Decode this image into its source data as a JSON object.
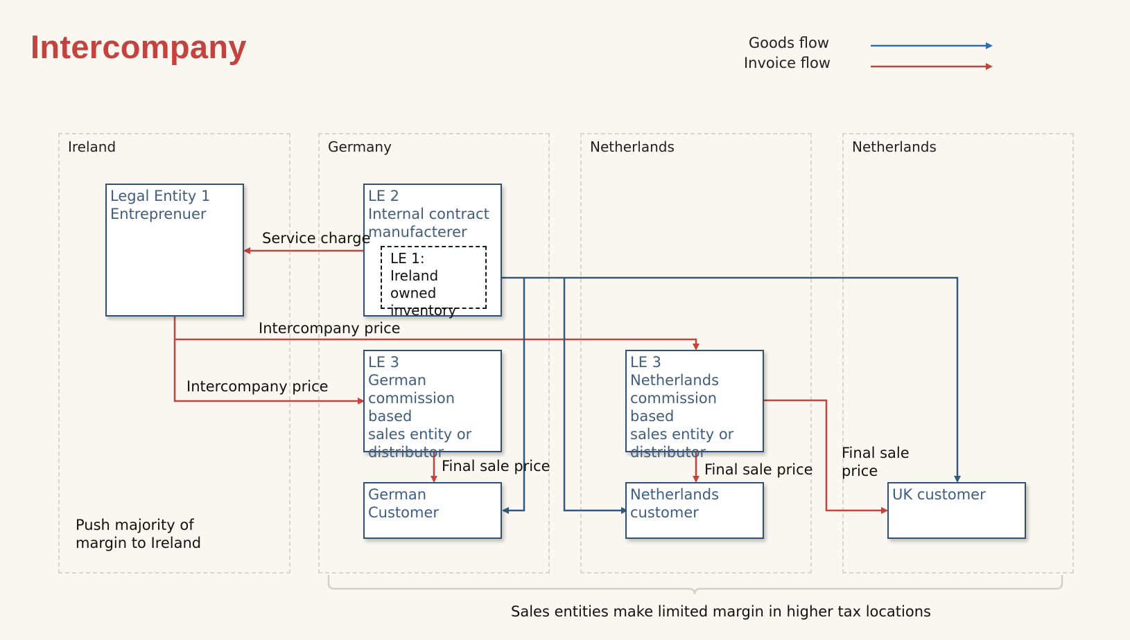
{
  "title": "Intercompany",
  "legend": {
    "goods_flow": "Goods flow",
    "invoice_flow": "Invoice flow",
    "goods_color": "#2e6db6",
    "invoice_color": "#c4433f"
  },
  "regions": [
    {
      "label": "Ireland"
    },
    {
      "label": "Germany"
    },
    {
      "label": "Netherlands"
    },
    {
      "label": "Netherlands"
    }
  ],
  "boxes": {
    "le1": {
      "lines": [
        "Legal Entity 1",
        "Entreprenuer"
      ]
    },
    "le2": {
      "lines": [
        "LE 2",
        "Internal contract",
        "manufacterer"
      ]
    },
    "inventory": {
      "lines": [
        "LE 1: Ireland",
        "owned",
        "inventory"
      ]
    },
    "le3_de": {
      "lines": [
        "LE 3",
        "German",
        "commission based",
        "sales entity or",
        "distributor"
      ]
    },
    "le3_nl": {
      "lines": [
        "LE 3",
        "Netherlands",
        "commission based",
        "sales entity or",
        "distributor"
      ]
    },
    "german_customer": {
      "lines": [
        "German",
        "Customer"
      ]
    },
    "nl_customer": {
      "lines": [
        "Netherlands",
        "customer"
      ]
    },
    "uk_customer": {
      "lines": [
        "UK customer"
      ]
    }
  },
  "flow_labels": {
    "service_charge": "Service charge",
    "intercompany_price_top": "Intercompany price",
    "intercompany_price_left": "Intercompany price",
    "final_sale_de": "Final sale price",
    "final_sale_nl": "Final sale price",
    "final_sale_uk": [
      "Final sale",
      "price"
    ]
  },
  "notes": {
    "ireland": [
      "Push majority of",
      "margin to Ireland"
    ],
    "brace": "Sales entities make limited margin in higher tax locations"
  },
  "colors": {
    "goods_line": "#2f5a7e",
    "invoice_line": "#c4433f",
    "title": "#c4433f",
    "box_text": "#3f5d7d"
  }
}
